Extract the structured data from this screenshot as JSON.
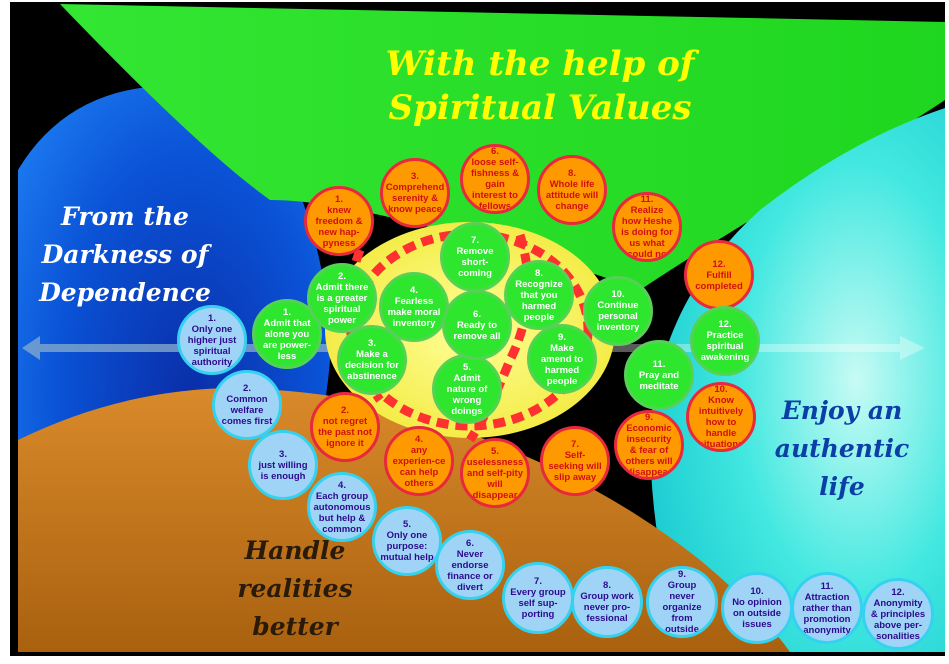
{
  "colors": {
    "background": "#000000",
    "green_area": "#22e622",
    "blue_area": "#0a4fd0",
    "cyan_area": "#33e0dd",
    "orange_area": "#cc7a1c",
    "center_ellipse": "#ffff66",
    "red_circle_fill": "#ff9900",
    "red_circle_border": "#e8283c",
    "green_circle_fill": "#2ee62e",
    "blue_circle_fill": "#9fd4f7",
    "blue_circle_border": "#35d2f0"
  },
  "titles": {
    "spiritual_values": "With the help of Spiritual Values",
    "darkness": "From the Darkness of Dependence",
    "authentic": "Enjoy an authentic life",
    "realities": "Handle realities better"
  },
  "red_circles": [
    {
      "number": "1.",
      "text": "knew freedom & new hap-pyness"
    },
    {
      "number": "3.",
      "text": "Comprehend serenity & know peace"
    },
    {
      "number": "6.",
      "text": "loose self-fishness & gain interest to fellows"
    },
    {
      "number": "8.",
      "text": "Whole life attitude will change"
    },
    {
      "number": "11.",
      "text": "Realize how Heshe is doing for us what could no"
    },
    {
      "number": "12.",
      "text": "Fulfill completed"
    },
    {
      "number": "2.",
      "text": "not regret the past not ignore it"
    },
    {
      "number": "4.",
      "text": "any experien-ce can help others"
    },
    {
      "number": "5.",
      "text": "uselessness and self-pity will disappear"
    },
    {
      "number": "7.",
      "text": "Self-seeking will slip away"
    },
    {
      "number": "9.",
      "text": "Economic insecurity & fear of others will disappear"
    },
    {
      "number": "10.",
      "text": "Know intuitively how to handle situations"
    }
  ],
  "green_circles": [
    {
      "number": "1.",
      "text": "Admit that alone you are power-less"
    },
    {
      "number": "2.",
      "text": "Admit there is a greater spiritual power"
    },
    {
      "number": "3.",
      "text": "Make a decision for abstinence"
    },
    {
      "number": "4.",
      "text": "Fearless make moral inventory"
    },
    {
      "number": "5.",
      "text": "Admit nature of wrong doings"
    },
    {
      "number": "6.",
      "text": "Ready to remove all"
    },
    {
      "number": "7.",
      "text": "Remove short-coming"
    },
    {
      "number": "8.",
      "text": "Recognize that you harmed people"
    },
    {
      "number": "9.",
      "text": "Make amend to harmed people"
    },
    {
      "number": "10.",
      "text": "Continue personal inventory"
    },
    {
      "number": "11.",
      "text": "Pray and meditate"
    },
    {
      "number": "12.",
      "text": "Practice spiritual awakening"
    }
  ],
  "blue_circles": [
    {
      "number": "1.",
      "text": "Only one higher just spiritual authority"
    },
    {
      "number": "2.",
      "text": "Common welfare comes first"
    },
    {
      "number": "3.",
      "text": "just willing is enough"
    },
    {
      "number": "4.",
      "text": "Each group autonomous but help & common"
    },
    {
      "number": "5.",
      "text": "Only one purpose: mutual help"
    },
    {
      "number": "6.",
      "text": "Never endorse finance or divert"
    },
    {
      "number": "7.",
      "text": "Every group self sup-porting"
    },
    {
      "number": "8.",
      "text": "Group work never pro-fessional"
    },
    {
      "number": "9.",
      "text": "Group never organize from outside"
    },
    {
      "number": "10.",
      "text": "No opinion on outside issues"
    },
    {
      "number": "11.",
      "text": "Attraction rather than promotion anonymity"
    },
    {
      "number": "12.",
      "text": "Anonymity & principles above per-sonalities"
    }
  ]
}
